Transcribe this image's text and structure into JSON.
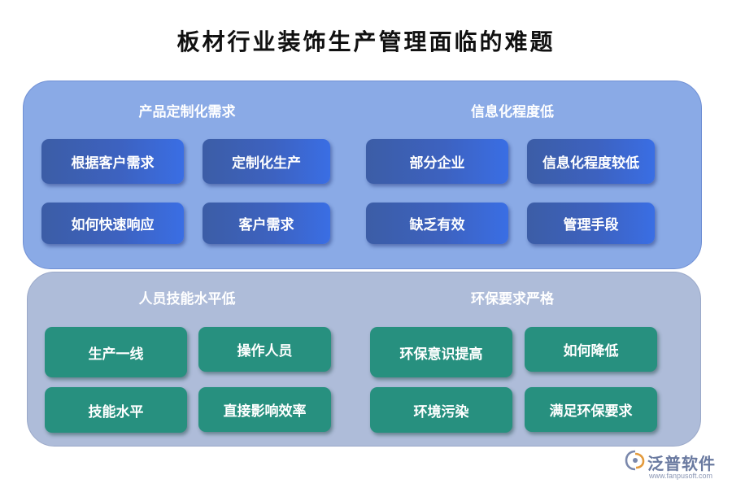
{
  "title": "板材行业装饰生产管理面临的难题",
  "groups": [
    {
      "title": "产品定制化需求",
      "items": [
        "根据客户需求",
        "定制化生产",
        "如何快速响应",
        "客户需求"
      ]
    },
    {
      "title": "信息化程度低",
      "items": [
        "部分企业",
        "信息化程度较低",
        "缺乏有效",
        "管理手段"
      ]
    },
    {
      "title": "人员技能水平低",
      "items": [
        "生产一线",
        "操作人员",
        "技能水平",
        "直接影响效率"
      ]
    },
    {
      "title": "环保要求严格",
      "items": [
        "环保意识提高",
        "如何降低",
        "环境污染",
        "满足环保要求"
      ]
    }
  ],
  "logo": {
    "name": "泛普软件",
    "url": "www.fanpusoft.com"
  },
  "colors": {
    "top_panel": "#8aaae6",
    "bottom_panel": "#aebcd9",
    "blue_box": "#3d62c0",
    "teal_box": "#27907f"
  }
}
